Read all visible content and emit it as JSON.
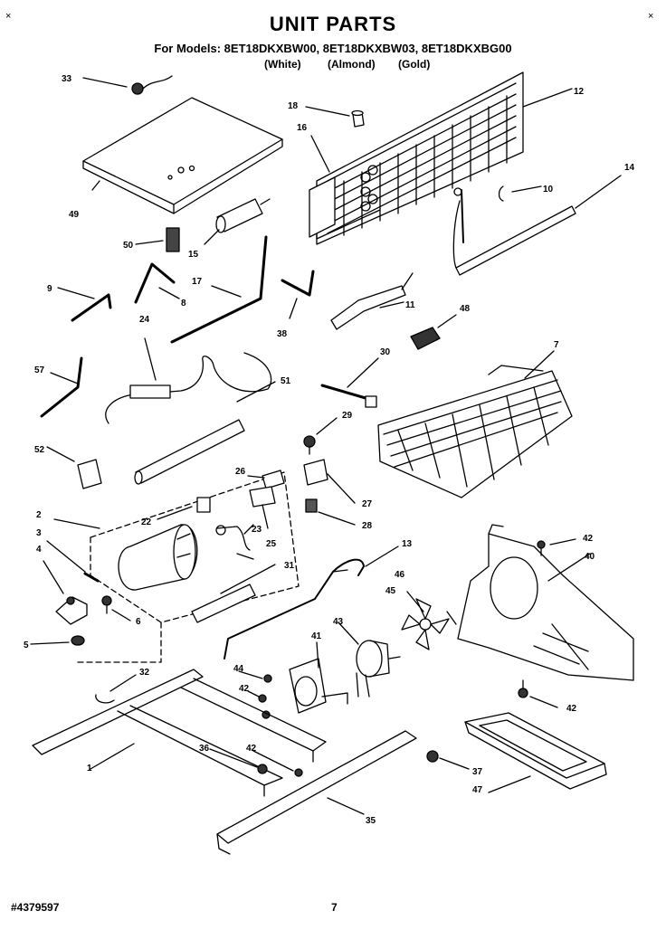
{
  "header": {
    "title": "UNIT PARTS",
    "models_line": "For Models: 8ET18DKXBW00, 8ET18DKXBW03, 8ET18DKXBG00",
    "variants": [
      "(White)",
      "(Almond)",
      "(Gold)"
    ],
    "corner_marks": [
      "×",
      "×"
    ]
  },
  "footer": {
    "part_number": "#4379597",
    "page_number": "7"
  },
  "callouts": {
    "c33": "33",
    "c12": "12",
    "c18": "18",
    "c16": "16",
    "c49": "49",
    "c10": "10",
    "c14": "14",
    "c50": "50",
    "c15": "15",
    "c9": "9",
    "c8": "8",
    "c17": "17",
    "c38": "38",
    "c11": "11",
    "c48": "48",
    "c24": "24",
    "c7": "7",
    "c57": "57",
    "c30": "30",
    "c51": "51",
    "c29": "29",
    "c52": "52",
    "c26": "26",
    "c27": "27",
    "c2": "2",
    "c22": "22",
    "c3": "3",
    "c23": "23",
    "c28": "28",
    "c25": "25",
    "c4": "4",
    "c31": "31",
    "c13": "13",
    "c6": "6",
    "c42a": "42",
    "c40": "40",
    "c46": "46",
    "c45": "45",
    "c5": "5",
    "c43": "43",
    "c41": "41",
    "c44": "44",
    "c42b": "42",
    "c32": "32",
    "c42c": "42",
    "c36": "36",
    "c42d": "42",
    "c1": "1",
    "c37": "37",
    "c47": "47",
    "c35": "35"
  }
}
